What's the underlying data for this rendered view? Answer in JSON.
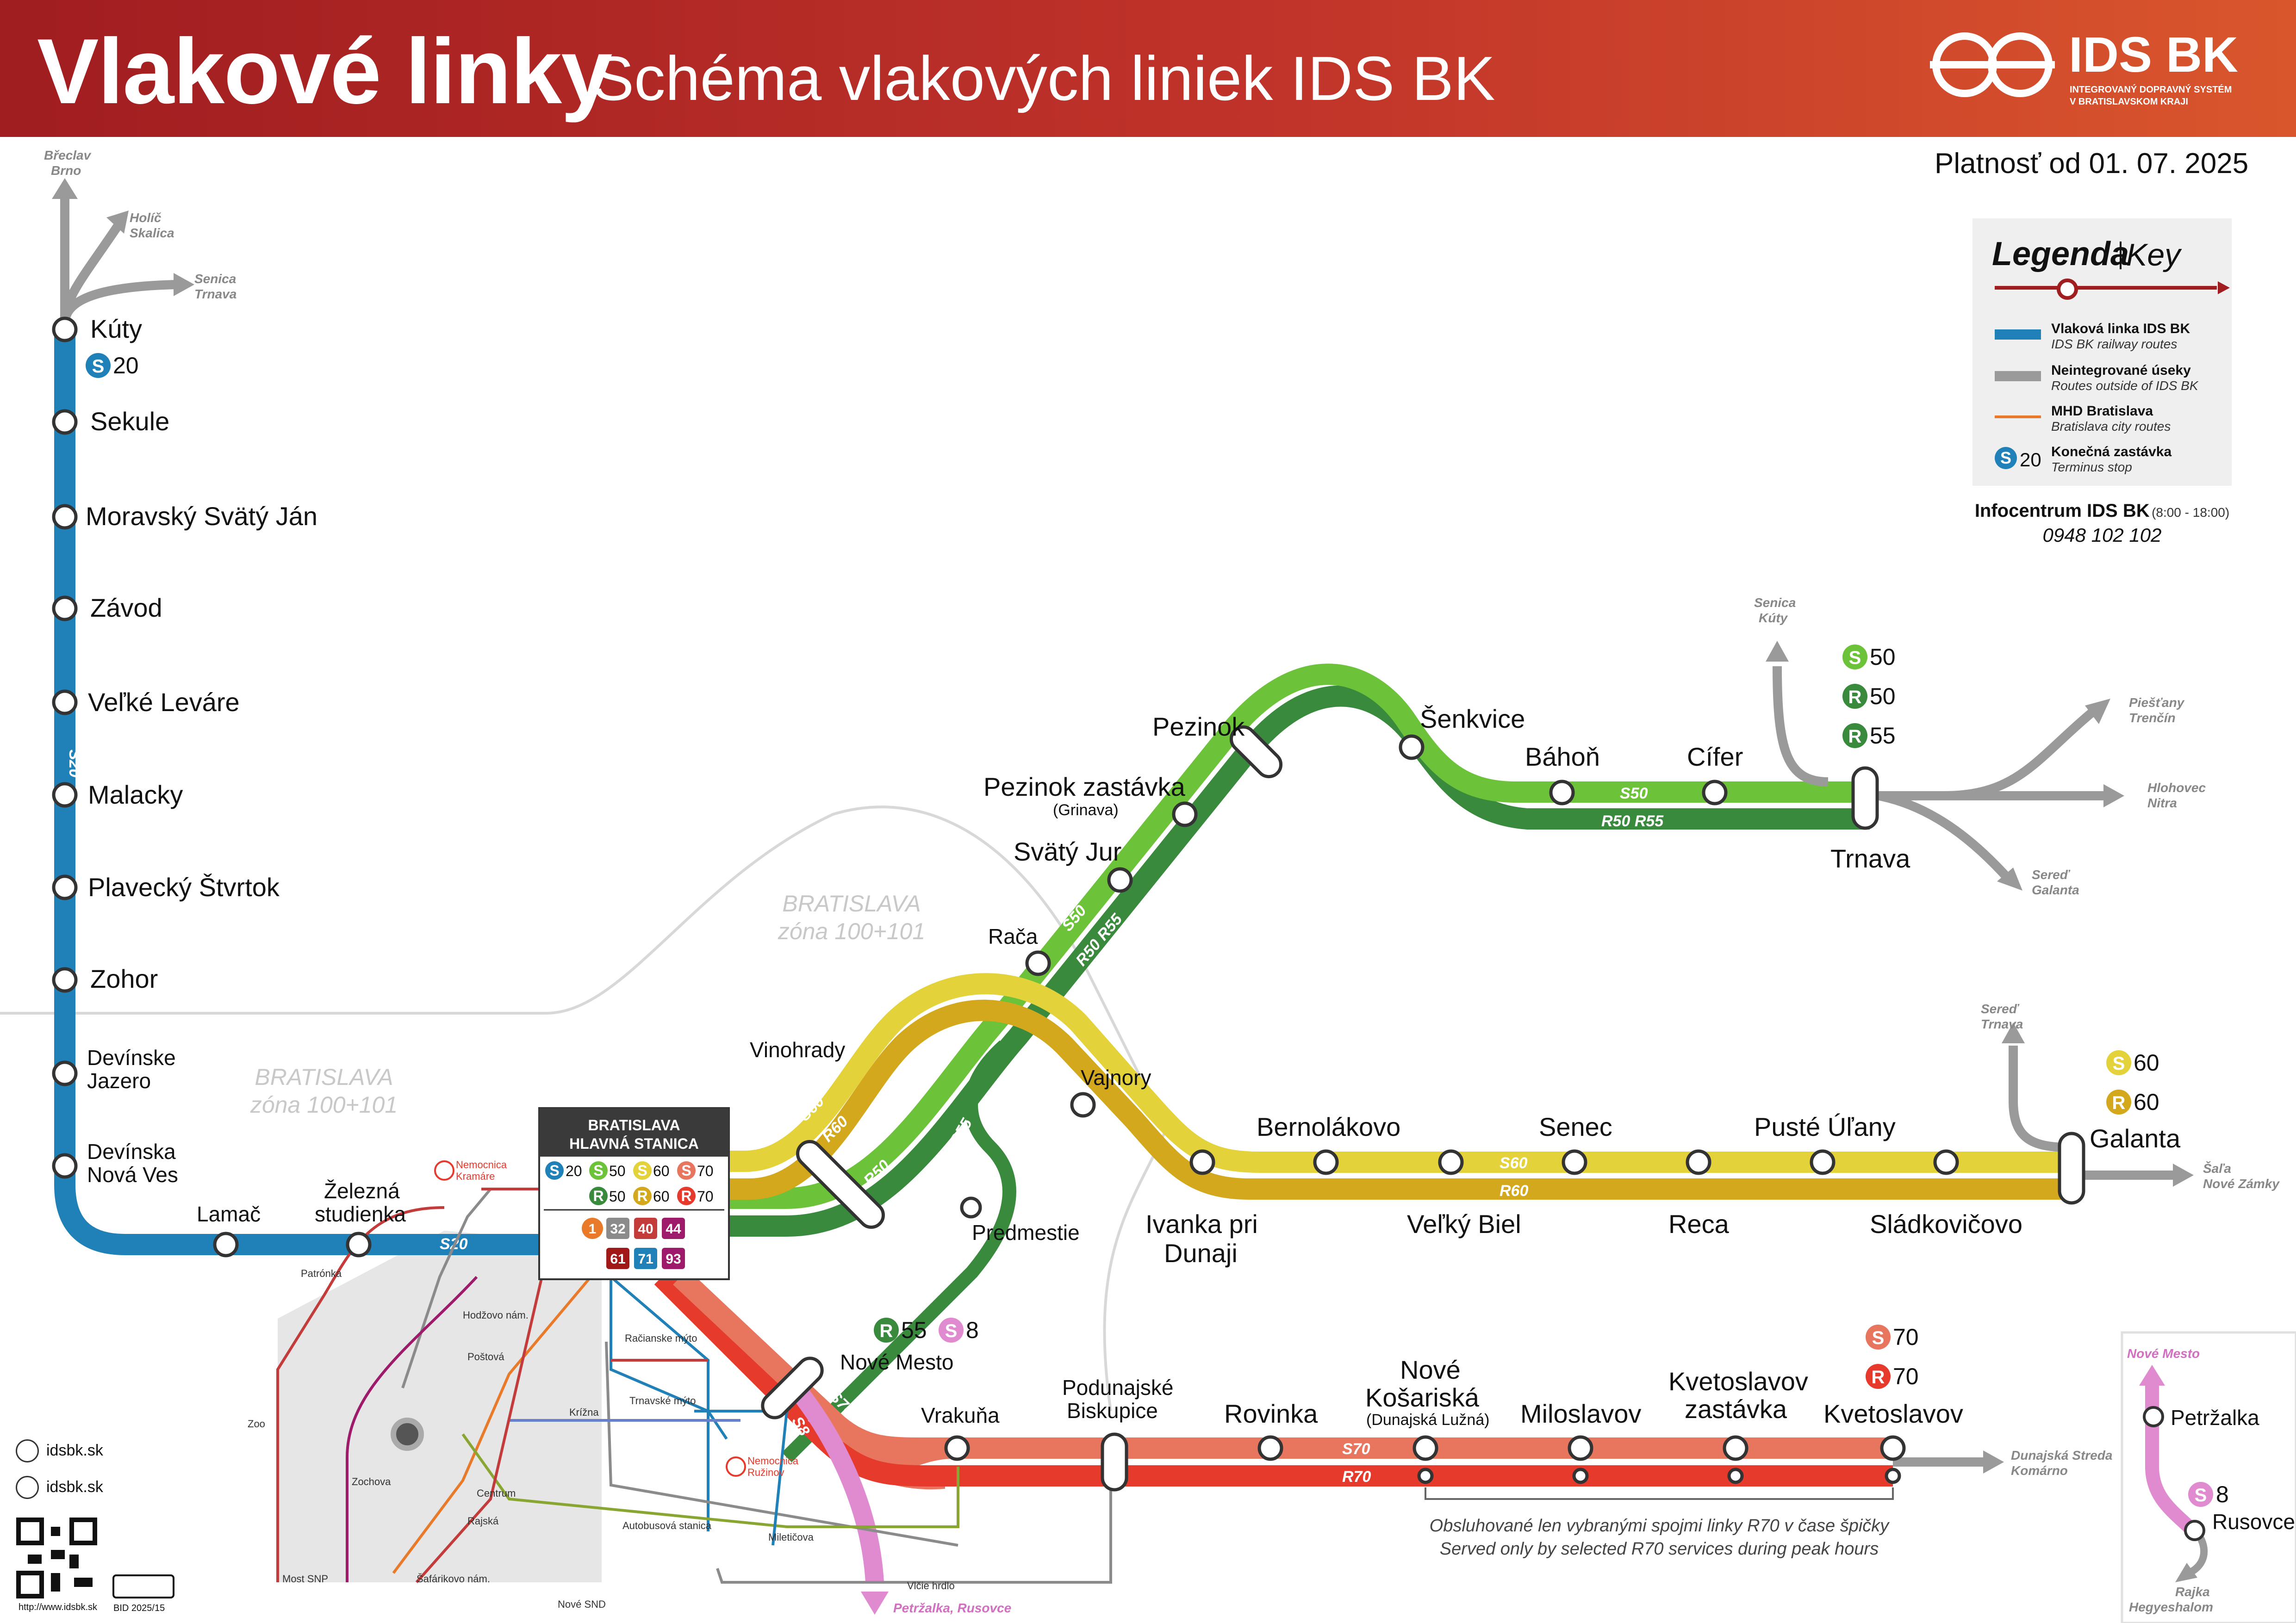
{
  "header": {
    "title": "Vlakové linky",
    "subtitle": "Schéma vlakových liniek IDS BK",
    "logo_text": "IDS BK",
    "logo_tagline_1": "INTEGROVANÝ DOPRAVNÝ SYSTÉM",
    "logo_tagline_2": "V BRATISLAVSKOM KRAJI"
  },
  "validity": "Platnosť od 01. 07. 2025",
  "legend": {
    "title": "Legenda",
    "key": "Key",
    "items": [
      {
        "label": "Vlaková linka IDS BK",
        "sub": "IDS BK railway routes",
        "color": "#2080b8"
      },
      {
        "label": "Neintegrované úseky",
        "sub": "Routes outside of IDS BK",
        "color": "#9a9a9a"
      },
      {
        "label": "MHD Bratislava",
        "sub": "Bratislava city routes",
        "color": "#e87a2a"
      },
      {
        "label": "Konečná zastávka",
        "sub": "Terminus stop",
        "badge": "S",
        "num": "20"
      }
    ]
  },
  "infocentrum": {
    "title": "Infocentrum IDS BK",
    "hours": "(8:00 - 18:00)",
    "phone": "0948 102 102"
  },
  "colors": {
    "s20": "#2080b8",
    "s50": "#6cc33a",
    "r50": "#3a8a3e",
    "s60": "#e3d23a",
    "r60": "#d4a81c",
    "s70": "#e8765e",
    "r70": "#e53a2c",
    "s8": "#e08ad0",
    "gray": "#9a9a9a"
  },
  "zones": {
    "name": "BRATISLAVA",
    "sub": "zóna 100+101"
  },
  "stations": {
    "kuty": "Kúty",
    "sekule": "Sekule",
    "moravsky": "Moravský Svätý Ján",
    "zavod": "Závod",
    "velke_levare": "Veľké Leváre",
    "malacky": "Malacky",
    "plavecky": "Plavecký Štvrtok",
    "zohor": "Zohor",
    "devinske_jazero_1": "Devínske",
    "devinske_jazero_2": "Jazero",
    "devinska_nv_1": "Devínska",
    "devinska_nv_2": "Nová Ves",
    "lamac": "Lamač",
    "zelezna_1": "Železná",
    "zelezna_2": "studienka",
    "hl_st_1": "BRATISLAVA",
    "hl_st_2": "HLAVNÁ STANICA",
    "vinohrady": "Vinohrady",
    "raca": "Rača",
    "svaty_jur": "Svätý Jur",
    "pezinok_z": "Pezinok zastávka",
    "pezinok_z_sub": "(Grinava)",
    "pezinok": "Pezinok",
    "senkvice": "Šenkvice",
    "bahon": "Báhoň",
    "cifer": "Cífer",
    "trnava": "Trnava",
    "vajnory": "Vajnory",
    "ivanka_1": "Ivanka pri",
    "ivanka_2": "Dunaji",
    "bernolakovo": "Bernolákovo",
    "velky_biel": "Veľký Biel",
    "senec": "Senec",
    "reca": "Reca",
    "puste_ulany": "Pusté Úľany",
    "sladkovicovo": "Sládkovičovo",
    "galanta": "Galanta",
    "predmestie": "Predmestie",
    "nove_mesto": "Nové Mesto",
    "vrakuna": "Vrakuňa",
    "podunajske_1": "Podunajské",
    "podunajske_2": "Biskupice",
    "rovinka": "Rovinka",
    "nova_kos_1": "Nové",
    "nova_kos_2": "Košariská",
    "nova_kos_sub": "(Dunajská Lužná)",
    "miloslavov": "Miloslavov",
    "kvet_z_1": "Kvetoslavov",
    "kvet_z_2": "zastávka",
    "kvetoslavov": "Kvetoslavov",
    "petrzalka": "Petržalka",
    "rusovce": "Rusovce"
  },
  "destinations": {
    "breclav_1": "Břeclav",
    "breclav_2": "Brno",
    "holic_1": "Holíč",
    "holic_2": "Skalica",
    "senica_1": "Senica",
    "senica_2": "Trnava",
    "senica_k_1": "Senica",
    "senica_k_2": "Kúty",
    "piestany_1": "Piešťany",
    "piestany_2": "Trenčín",
    "hlohovec_1": "Hlohovec",
    "hlohovec_2": "Nitra",
    "sered_1": "Sereď",
    "sered_2": "Galanta",
    "sered_t_1": "Sereď",
    "sered_t_2": "Trnava",
    "sala_1": "Šaľa",
    "sala_2": "Nové Zámky",
    "dunajska_1": "Dunajská Streda",
    "dunajska_2": "Komárno",
    "petrzalka_rusovce": "Petržalka, Rusovce",
    "nove_mesto_small": "Nové Mesto",
    "rajka_1": "Rajka",
    "rajka_2": "Hegyeshalom"
  },
  "lines": {
    "s20": "S20",
    "s50": "S50",
    "r50": "R50",
    "r55": "R55",
    "r50r55": "R50  R55",
    "s60": "S60",
    "r60": "R60",
    "s70": "S70",
    "r70": "R70",
    "s8": "S8"
  },
  "badges": {
    "n20": "20",
    "n50": "50",
    "n55": "55",
    "n60": "60",
    "n70": "70",
    "n8": "8",
    "s": "S",
    "r": "R"
  },
  "mhd": {
    "nums": [
      "1",
      "32",
      "40",
      "44",
      "61",
      "71",
      "93"
    ],
    "stops": [
      "Patrónka",
      "Hodžovo nám.",
      "Poštová",
      "Račianske mýto",
      "Trnavské mýto",
      "Krížna",
      "Zoo",
      "Zochova",
      "Centrum",
      "Rajská",
      "Autobusová stanica",
      "Miletičova",
      "Most SNP",
      "Šafárikovo nám.",
      "Vlčie hrdlo",
      "Nové SND"
    ],
    "hospital_1": "Nemocnica",
    "hospital_1b": "Kramáre",
    "hospital_2": "Nemocnica",
    "hospital_2b": "Ružinov"
  },
  "note": {
    "line1": "Obsluhované len vybranými spojmi linky R70 v čase špičky",
    "line2": "Served only by selected R70 services during peak hours"
  },
  "footer": {
    "facebook": "idsbk.sk",
    "web": "idsbk.sk",
    "qr_caption": "http://www.idsbk.sk",
    "bid": "BID 2025/15"
  }
}
